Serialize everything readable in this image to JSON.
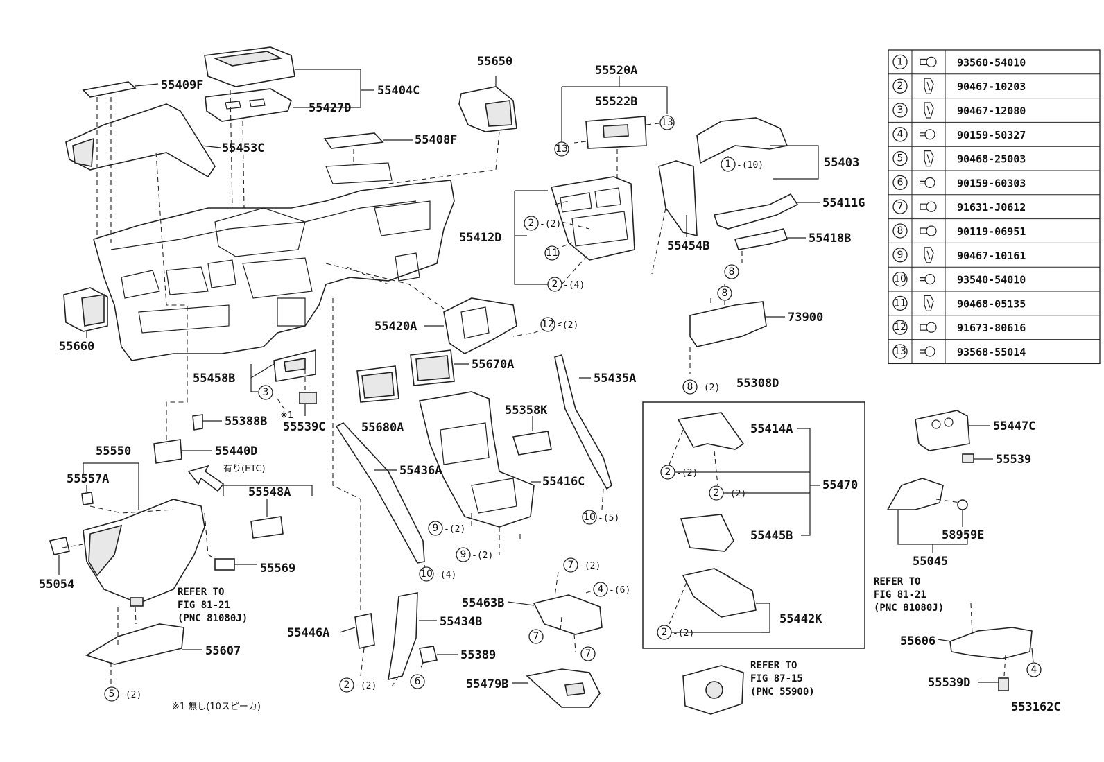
{
  "figure_id": "553162C",
  "part_labels": {
    "p55409F": "55409F",
    "p55404C": "55404C",
    "p55427D": "55427D",
    "p55453C": "55453C",
    "p55650": "55650",
    "p55408F": "55408F",
    "p55520A": "55520A",
    "p55522B": "55522B",
    "p55403": "55403",
    "p55411G": "55411G",
    "p55418B": "55418B",
    "p55454B": "55454B",
    "p55412D": "55412D",
    "p55660": "55660",
    "p55420A": "55420A",
    "p73900": "73900",
    "p55458B": "55458B",
    "p55670A": "55670A",
    "p55435A": "55435A",
    "p55308D": "55308D",
    "p55388B": "55388B",
    "p55539C": "55539C",
    "p55680A": "55680A",
    "p55358K": "55358K",
    "p55414A": "55414A",
    "p55447C": "55447C",
    "p55550": "55550",
    "p55440D": "55440D",
    "p55539": "55539",
    "p55557A": "55557A",
    "p55436A": "55436A",
    "p55416C": "55416C",
    "p55470": "55470",
    "p55548A": "55548A",
    "p58959E": "58959E",
    "p55445B": "55445B",
    "p55054": "55054",
    "p55569": "55569",
    "p55045": "55045",
    "p55463B": "55463B",
    "p55442K": "55442K",
    "p55607": "55607",
    "p55446A": "55446A",
    "p55434B": "55434B",
    "p55606": "55606",
    "p55389": "55389",
    "p55479B": "55479B",
    "p55539D": "55539D"
  },
  "qty_notes": {
    "q2_2": "-(2)",
    "q2_4": "-(4)",
    "q1_10": "-(10)",
    "q12_2": "-(2)",
    "q8_2": "-(2)",
    "q9_2": "-(2)",
    "q10_4": "-(4)",
    "q10_5": "-(5)",
    "q7_2": "-(2)",
    "q4_6": "-(6)",
    "q5_2": "-(2)"
  },
  "notes": {
    "etc": "有り(ETC)",
    "mark1": "※1",
    "footnote": "※1 無し(10スピーカ)",
    "ref1_l1": "REFER TO",
    "ref1_l2": "FIG 81-21",
    "ref1_l3": "(PNC 81080J)",
    "ref2_l1": "REFER TO",
    "ref2_l2": "FIG 87-15",
    "ref2_l3": "(PNC 55900)",
    "ref3_l1": "REFER TO",
    "ref3_l2": "FIG 81-21",
    "ref3_l3": "(PNC 81080J)"
  },
  "fastener_table": [
    {
      "num": "1",
      "part": "93560-54010",
      "icon": "bolt-icon"
    },
    {
      "num": "2",
      "part": "90467-10203",
      "icon": "clip-icon"
    },
    {
      "num": "3",
      "part": "90467-12080",
      "icon": "clip-icon"
    },
    {
      "num": "4",
      "part": "90159-50327",
      "icon": "screw-icon"
    },
    {
      "num": "5",
      "part": "90468-25003",
      "icon": "clip-icon"
    },
    {
      "num": "6",
      "part": "90159-60303",
      "icon": "screw-icon"
    },
    {
      "num": "7",
      "part": "91631-J0612",
      "icon": "bolt-icon"
    },
    {
      "num": "8",
      "part": "90119-06951",
      "icon": "bolt-icon"
    },
    {
      "num": "9",
      "part": "90467-10161",
      "icon": "clip-icon"
    },
    {
      "num": "10",
      "part": "93540-54010",
      "icon": "screw-icon"
    },
    {
      "num": "11",
      "part": "90468-05135",
      "icon": "clip-icon"
    },
    {
      "num": "12",
      "part": "91673-80616",
      "icon": "bolt-icon"
    },
    {
      "num": "13",
      "part": "93568-55014",
      "icon": "screw-icon"
    }
  ]
}
